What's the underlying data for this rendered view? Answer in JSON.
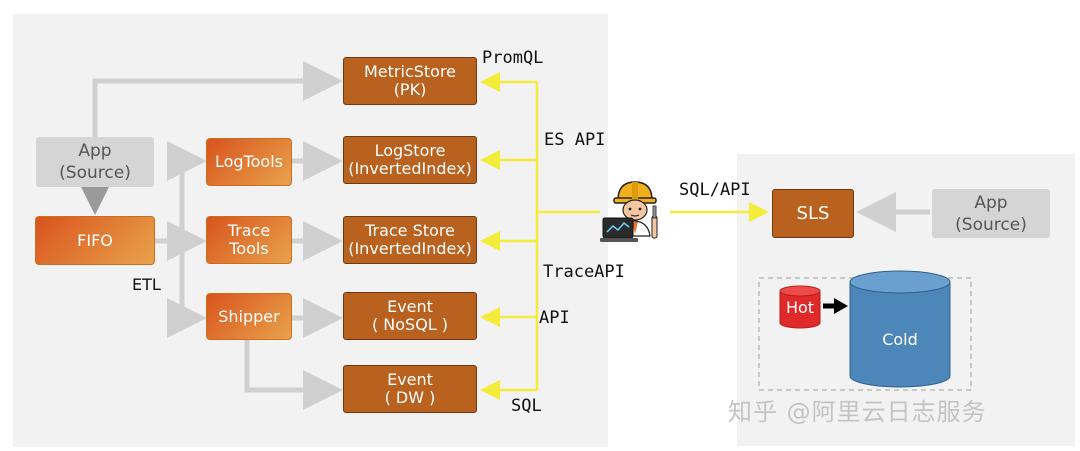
{
  "left_panel": {
    "app_source": [
      "App",
      "(Source)"
    ],
    "fifo": "FIFO",
    "etl": "ETL",
    "logtools": "LogTools",
    "trace_tools": [
      "Trace",
      "Tools"
    ],
    "shipper": "Shipper",
    "metric_store": [
      "MetricStore",
      "(PK)"
    ],
    "log_store": [
      "LogStore",
      "(InvertedIndex)"
    ],
    "trace_store": [
      "Trace Store",
      "(InvertedIndex)"
    ],
    "event_nosql": [
      "Event",
      "( NoSQL )"
    ],
    "event_dw": [
      "Event",
      "( DW )"
    ]
  },
  "query_labels": {
    "promql": "PromQL",
    "es_api": "ES API",
    "trace_api": "TraceAPI",
    "api": "API",
    "sql": "SQL",
    "sql_api": "SQL/API"
  },
  "right_panel": {
    "sls": "SLS",
    "app_source": [
      "App",
      "(Source)"
    ],
    "hot": "Hot",
    "cold": "Cold"
  },
  "watermark": "知乎 @阿里云日志服务",
  "colors": {
    "store_fill": "#b9611e",
    "tool_gradient_start": "#d9541d",
    "tool_gradient_end": "#e8a24c",
    "source_fill": "#d5d5d5",
    "gray_arrow": "#d0d0d0",
    "query_line": "#f4ec3a",
    "hot": "#e53232",
    "cold": "#4d86b8"
  },
  "icons": {
    "engineer": "engineer-with-laptop-icon"
  }
}
